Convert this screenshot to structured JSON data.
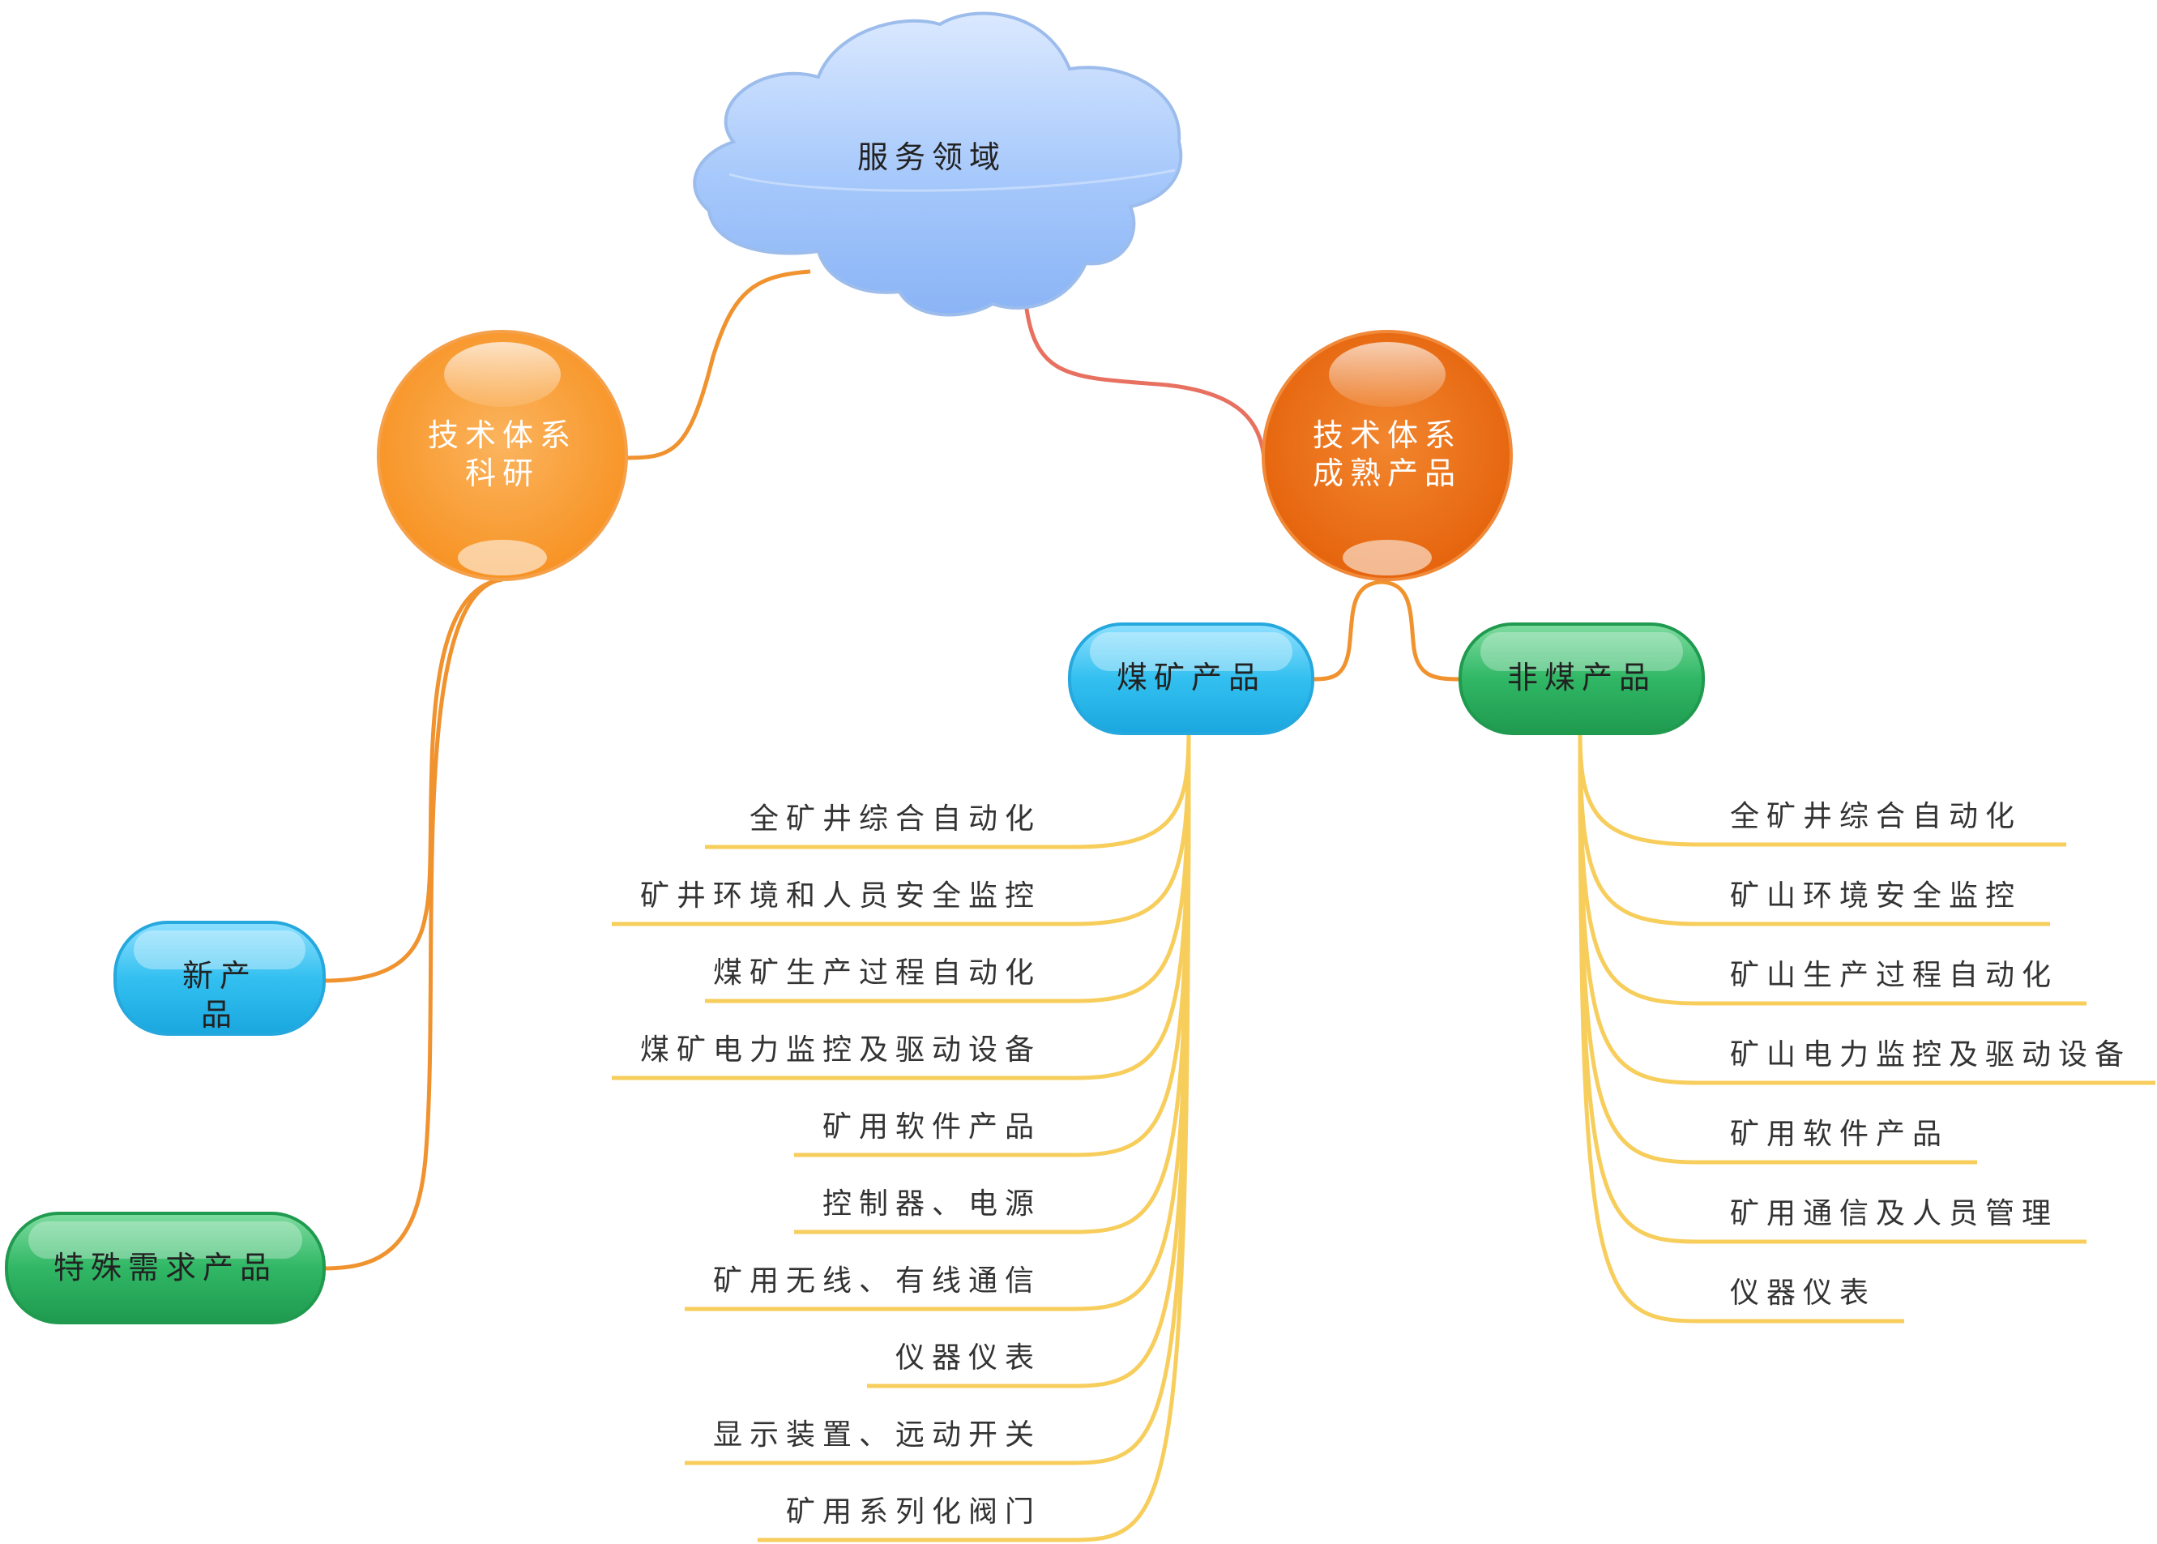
{
  "root": {
    "label": "服务领域",
    "color": "#8fb9f5"
  },
  "research": {
    "line1": "技术体系",
    "line2": "科研",
    "color": "#f8922e"
  },
  "mature": {
    "line1": "技术体系",
    "line2": "成熟产品",
    "color": "#ea6a0c"
  },
  "coal": {
    "label": "煤矿产品",
    "color": "#2ab8ea"
  },
  "noncoal": {
    "label": "非煤产品",
    "color": "#26b05a"
  },
  "new_product": {
    "line1": "新产",
    "line2": "品",
    "color": "#2ab8ea"
  },
  "special": {
    "label": "特殊需求产品",
    "color": "#26b05a"
  },
  "coal_items": [
    "全矿井综合自动化",
    "矿井环境和人员安全监控",
    "煤矿生产过程自动化",
    "煤矿电力监控及驱动设备",
    "矿用软件产品",
    "控制器、电源",
    "矿用无线、有线通信",
    "仪器仪表",
    "显示装置、远动开关",
    "矿用系列化阀门"
  ],
  "noncoal_items": [
    "全矿井综合自动化",
    "矿山环境安全监控",
    "矿山生产过程自动化",
    "矿山电力监控及驱动设备",
    "矿用软件产品",
    "矿用通信及人员管理",
    "仪器仪表"
  ],
  "colors": {
    "branch": "#f7cd5b",
    "link_orange": "#f0922e",
    "link_red": "#e87060"
  }
}
